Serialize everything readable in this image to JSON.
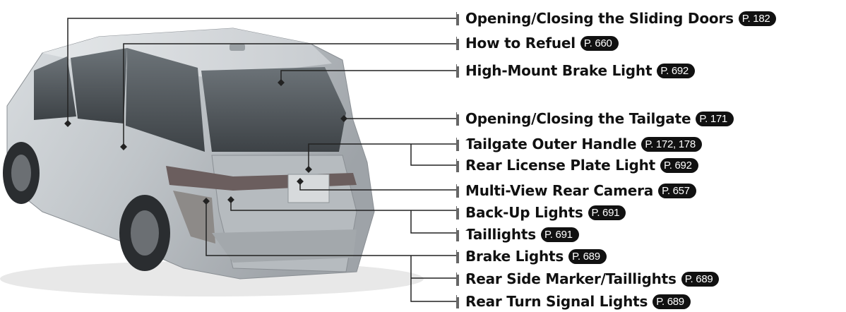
{
  "colors": {
    "leader_line": "#222222",
    "label_text": "#111111",
    "ref_badge": "#111111",
    "label_bar": "#666666"
  },
  "icon": "page-reference-arrow-icon",
  "callouts": [
    {
      "label": "Opening/Closing the Sliding Doors",
      "ref": "P. 182"
    },
    {
      "label": "How to Refuel",
      "ref": "P. 660"
    },
    {
      "label": "High-Mount Brake Light",
      "ref": "P. 692"
    },
    {
      "label": "Opening/Closing the Tailgate",
      "ref": "P. 171"
    },
    {
      "label": "Tailgate Outer Handle",
      "ref": "P. 172, 178"
    },
    {
      "label": "Rear License Plate Light",
      "ref": "P. 692"
    },
    {
      "label": "Multi-View Rear Camera",
      "ref": "P. 657"
    },
    {
      "label": "Back-Up Lights",
      "ref": "P. 691"
    },
    {
      "label": "Taillights",
      "ref": "P. 691"
    },
    {
      "label": "Brake Lights",
      "ref": "P. 689"
    },
    {
      "label": "Rear Side Marker/Taillights",
      "ref": "P. 689"
    },
    {
      "label": "Rear Turn Signal Lights",
      "ref": "P. 689"
    }
  ]
}
